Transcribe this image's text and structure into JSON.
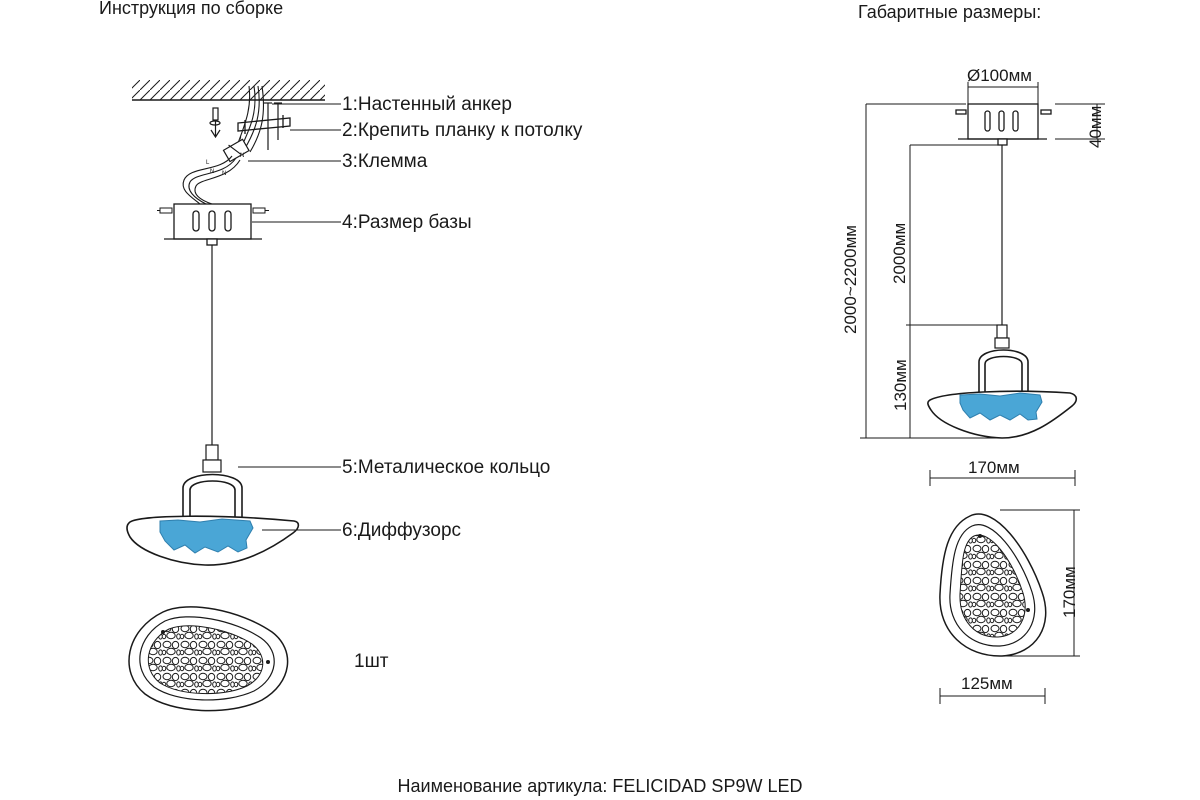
{
  "titles": {
    "assembly": "Инструкция по сборке",
    "dimensions": "Габаритные размеры:"
  },
  "callouts": [
    {
      "label": "1:Настенный анкер"
    },
    {
      "label": "2:Крепить планку к потолку"
    },
    {
      "label": "3:Клемма"
    },
    {
      "label": "4:Размер базы"
    },
    {
      "label": "5:Металическое кольцо"
    },
    {
      "label": "6:Диффузорс"
    }
  ],
  "quantity": "1шт",
  "dimensions": {
    "base_diameter": "Ø100мм",
    "base_height": "40мм",
    "total_height": "2000~2200мм",
    "cable_length": "2000мм",
    "lamp_height": "130мм",
    "lamp_width": "170мм",
    "top_length": "170мм",
    "top_width": "125мм"
  },
  "wire_marks": {
    "live": "L",
    "neutral": "N"
  },
  "footer": "Наименование артикула: FELICIDAD SP9W LED",
  "colors": {
    "line": "#1a1a1a",
    "diffuser_crystal": "#4aa6d6",
    "diffuser_crystal_dark": "#2f7fae",
    "background": "#ffffff"
  }
}
